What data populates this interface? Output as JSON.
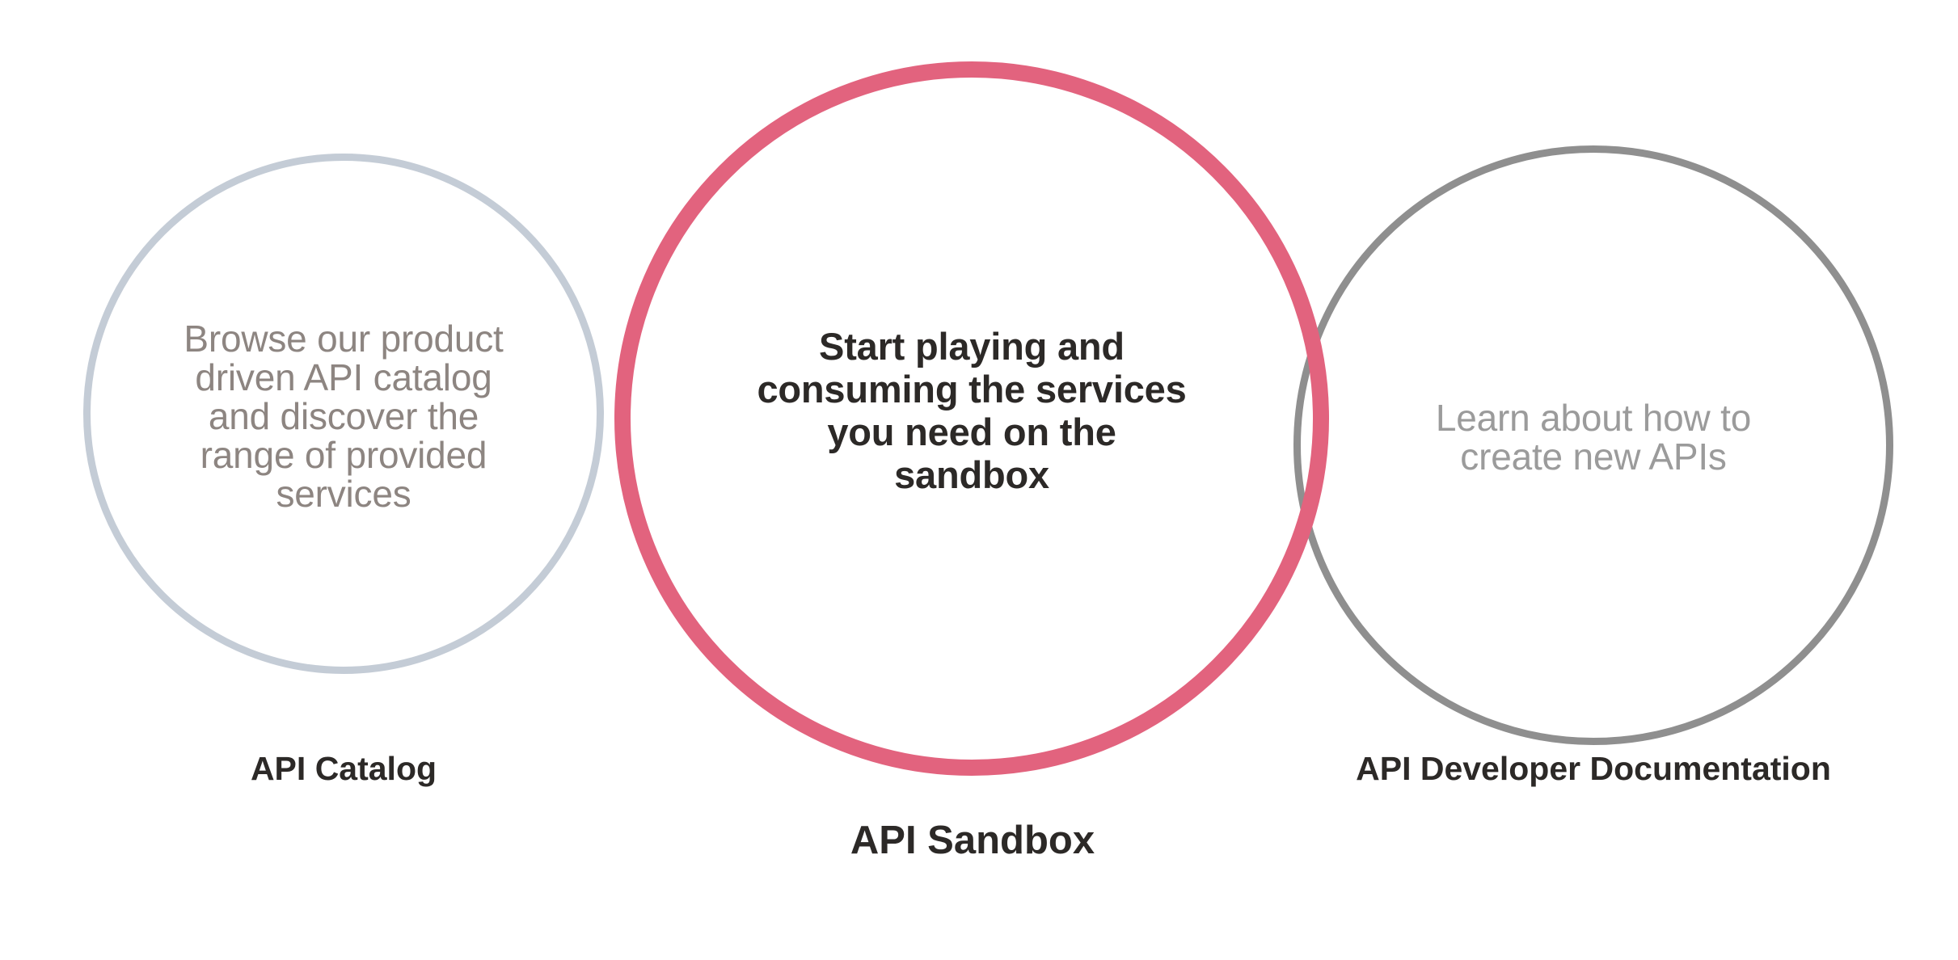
{
  "diagram": {
    "type": "three-overlapping-circles",
    "background_color": "#ffffff",
    "nodes": [
      {
        "id": "api-catalog",
        "caption": "API Catalog",
        "body_text": "Browse our product driven API catalog and discover the range of provided services",
        "body_lines": [
          "Browse our",
          "product driven API",
          "catalog and",
          "discover the range",
          "of provided",
          "services"
        ],
        "emphasis": "normal",
        "stroke_color": "#c4ccd6",
        "body_text_color": "#8d8581",
        "caption_color": "#2c2927"
      },
      {
        "id": "api-sandbox",
        "caption": "API Sandbox",
        "body_text": "Start playing and consuming the services you need on the sandbox",
        "body_lines": [
          "Start playing and",
          "consuming the",
          "services you need on",
          "the sandbox"
        ],
        "emphasis": "highlighted",
        "stroke_color": "#e2637e",
        "body_text_color": "#2c2927",
        "caption_color": "#2c2927"
      },
      {
        "id": "api-developer-documentation",
        "caption": "API Developer Documentation",
        "body_text": "Learn about how to create new APIs",
        "body_lines": [
          "Learn about how",
          "to create new APIs"
        ],
        "emphasis": "normal",
        "stroke_color": "#8f8f8f",
        "body_text_color": "#9b9b9b",
        "caption_color": "#2c2927"
      }
    ]
  }
}
